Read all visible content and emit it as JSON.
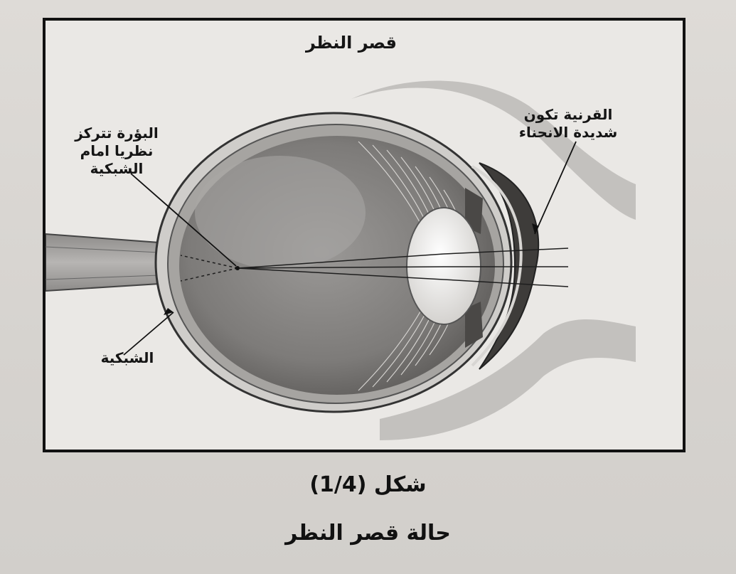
{
  "diagram": {
    "title": "قصر النظر",
    "labels": {
      "focus": [
        "البؤرة تتركز",
        "نظريا امام",
        "الشبكية"
      ],
      "cornea": [
        "القرنية تكون",
        "شديدة الانحناء"
      ],
      "retina": "الشبكية"
    }
  },
  "caption": {
    "figure_number": "شكل (1/4)",
    "title": "حالة قصر النظر"
  }
}
